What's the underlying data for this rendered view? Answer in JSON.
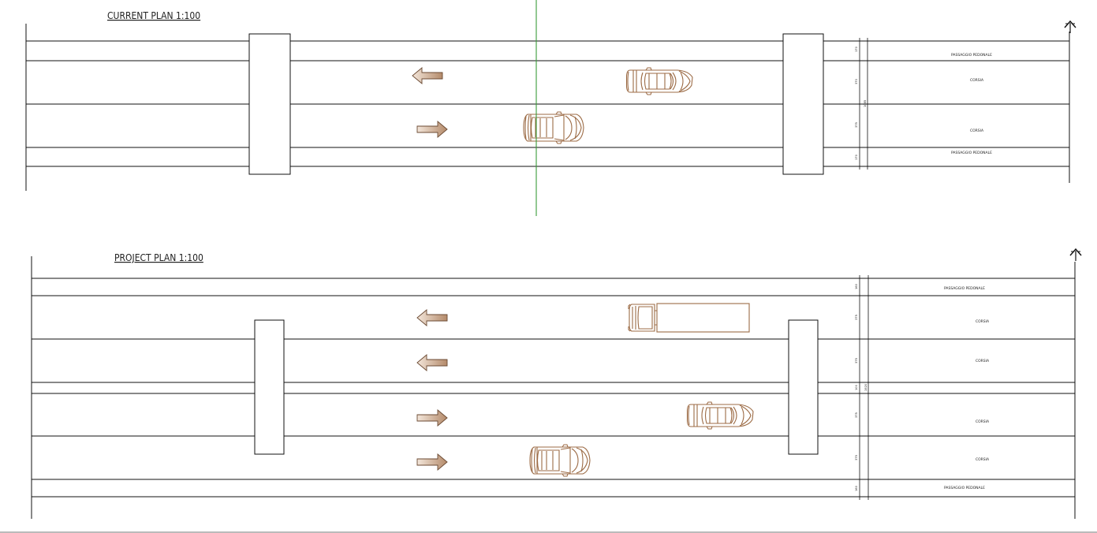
{
  "plans": {
    "current": {
      "title": "CURRENT PLAN  1:100",
      "lanes": [
        {
          "label": "PASSAGGIO PEDONALE",
          "dim": "170"
        },
        {
          "label": "CORSIA",
          "dim": "370"
        },
        {
          "label": "CORSIA",
          "dim": "375"
        },
        {
          "label": "PASSAGGIO PEDONALE",
          "dim": "170"
        }
      ],
      "total_dim": "1085"
    },
    "project": {
      "title": "PROJECT PLAN  1:100",
      "lanes": [
        {
          "label": "PASSAGGIO PEDONALE",
          "dim": "160"
        },
        {
          "label": "CORSIA",
          "dim": "375"
        },
        {
          "label": "CORSIA",
          "dim": "375"
        },
        {
          "label": "",
          "dim": "100"
        },
        {
          "label": "CORSIA",
          "dim": "375"
        },
        {
          "label": "CORSIA",
          "dim": "375"
        },
        {
          "label": "PASSAGGIO PEDONALE",
          "dim": "160"
        }
      ],
      "total_dim": "1920"
    }
  },
  "colors": {
    "vehicle": "#9c6b45",
    "arrow_fill": "#c9a88e",
    "axis": "#3a9a3a",
    "linework": "#111111"
  },
  "icons": [
    "north-arrow-icon",
    "car-icon",
    "truck-icon",
    "direction-arrow-icon"
  ]
}
